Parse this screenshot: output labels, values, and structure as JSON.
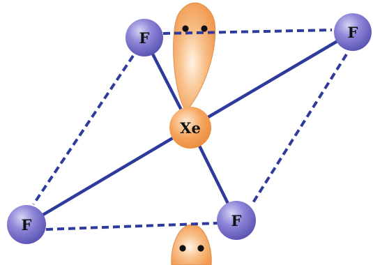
{
  "molecule": {
    "central_atom": {
      "symbol": "Xe"
    },
    "ligands": [
      {
        "id": "f-top-left",
        "symbol": "F"
      },
      {
        "id": "f-top-right",
        "symbol": "F"
      },
      {
        "id": "f-bottom-left",
        "symbol": "F"
      },
      {
        "id": "f-bottom-right",
        "symbol": "F"
      }
    ],
    "lone_pairs": [
      {
        "id": "lone-pair-top",
        "electrons": 2
      },
      {
        "id": "lone-pair-bottom",
        "electrons": 2
      }
    ]
  },
  "colors": {
    "bond": "#2e3a9c",
    "lobe_fill": "#f4a35c",
    "lobe_light": "#fff3e4",
    "lobe_edge": "#e08f4a",
    "fluorine_fill": "#6f68c8",
    "fluorine_light": "#d6d3f5",
    "xenon_fill": "#f39a4c",
    "label": "#111111"
  }
}
